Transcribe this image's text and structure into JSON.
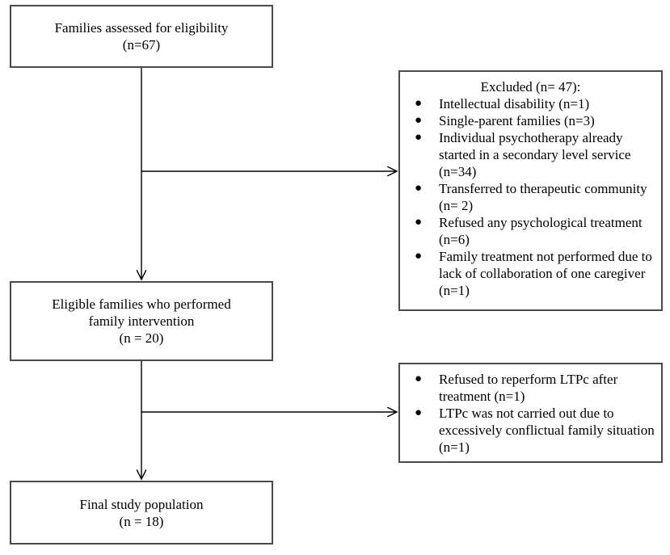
{
  "flow": {
    "assessed": {
      "line1": "Families assessed for eligibility",
      "line2": "(n=67)"
    },
    "excluded": {
      "title": "Excluded (n= 47):",
      "items": [
        {
          "text": "Intellectual disability (n=1)"
        },
        {
          "text": "Single-parent families (n=3)"
        },
        {
          "text": "Individual psychotherapy already started in a secondary level service (n=34)"
        },
        {
          "text": "Transferred to therapeutic community (n= 2)"
        },
        {
          "text": "Refused any psychological treatment (n=6)"
        },
        {
          "text": "Family treatment not performed due to lack of collaboration of one caregiver (n=1)"
        }
      ]
    },
    "eligible": {
      "line1": "Eligible families who performed",
      "line2": "family intervention",
      "line3": "(n = 20)"
    },
    "post_excluded": {
      "items": [
        {
          "text": "Refused to reperform LTPc after treatment (n=1)"
        },
        {
          "text": "LTPc was not carried out due to excessively conflictual family situation (n=1)"
        }
      ]
    },
    "final": {
      "line1": "Final study population",
      "line2": "(n = 18)"
    },
    "bullet_glyph": "●",
    "line_color": "#000000",
    "border_color": "#4a4a4a"
  }
}
